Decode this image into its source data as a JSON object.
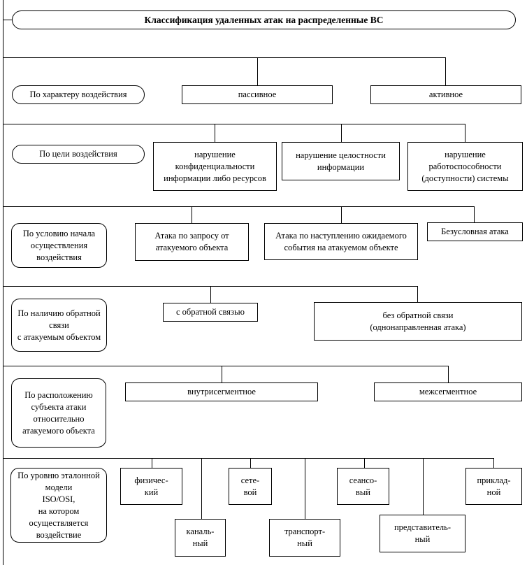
{
  "diagram": {
    "title": "Классификация удаленных атак на распределенные ВС",
    "colors": {
      "line": "#000000",
      "background": "#ffffff"
    },
    "rows": [
      {
        "label": "По характеру воздействия",
        "boxes": [
          {
            "label": "пассивное"
          },
          {
            "label": "активное"
          }
        ]
      },
      {
        "label": "По цели воздействия",
        "boxes": [
          {
            "label": "нарушение\nконфиденциальности\nинформации либо ресурсов"
          },
          {
            "label": "нарушение целостности\nинформации"
          },
          {
            "label": "нарушение\nработоспособности\n(доступности) системы"
          }
        ]
      },
      {
        "label": "По условию начала\nосуществления\nвоздействия",
        "boxes": [
          {
            "label": "Атака по запросу от\nатакуемого объекта"
          },
          {
            "label": "Атака по наступлению ожидаемого\nсобытия на атакуемом объекте"
          },
          {
            "label": "Безусловная атака"
          }
        ]
      },
      {
        "label": "По наличию обратной\nсвязи\nс атакуемым объектом",
        "boxes": [
          {
            "label": "с обратной связью"
          },
          {
            "label": "без обратной связи\n(однонаправленная атака)"
          }
        ]
      },
      {
        "label": "По расположению\nсубъекта атаки\nотносительно\nатакуемого объекта",
        "boxes": [
          {
            "label": "внутрисегментное"
          },
          {
            "label": "межсегментное"
          }
        ]
      },
      {
        "label": "По уровню эталонной\nмодели\nISO/OSI,\nна котором\nосуществляется\nвоздействие",
        "boxes": [
          {
            "label": "физичес-\nкий"
          },
          {
            "label": "каналь-\nный"
          },
          {
            "label": "сете-\nвой"
          },
          {
            "label": "транспорт-\nный"
          },
          {
            "label": "сеансо-\nвый"
          },
          {
            "label": "представитель-\nный"
          },
          {
            "label": "приклад-\nной"
          }
        ]
      }
    ]
  }
}
